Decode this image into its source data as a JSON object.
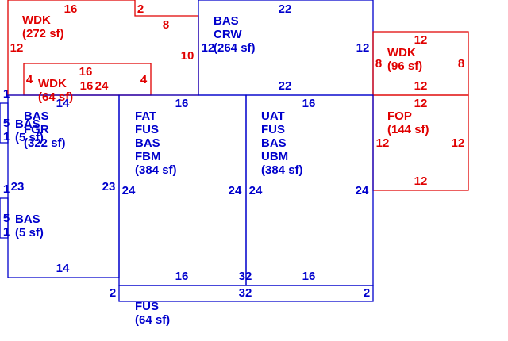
{
  "colors": {
    "red": "#e00000",
    "blue": "#0000cc"
  },
  "areas": [
    {
      "id": "wdk-272",
      "color": "red",
      "lines": [
        "WDK",
        "(272 sf)"
      ]
    },
    {
      "id": "bas-crw",
      "color": "blue",
      "lines": [
        "BAS",
        "CRW",
        "(264 sf)"
      ]
    },
    {
      "id": "wdk-96",
      "color": "red",
      "lines": [
        "WDK",
        "(96 sf)"
      ]
    },
    {
      "id": "wdk-64",
      "color": "red",
      "lines": [
        "WDK",
        "(64 sf)"
      ]
    },
    {
      "id": "bas-fgr",
      "color": "blue",
      "lines": [
        "BAS",
        "FGR",
        "(322 sf)"
      ]
    },
    {
      "id": "bas-5-top",
      "color": "blue",
      "lines": [
        "BAS",
        "(5 sf)"
      ]
    },
    {
      "id": "fat-fus",
      "color": "blue",
      "lines": [
        "FAT",
        "FUS",
        "BAS",
        "FBM",
        "(384 sf)"
      ]
    },
    {
      "id": "uat-fus",
      "color": "blue",
      "lines": [
        "UAT",
        "FUS",
        "BAS",
        "UBM",
        "(384 sf)"
      ]
    },
    {
      "id": "fop-144",
      "color": "red",
      "lines": [
        "FOP",
        "(144 sf)"
      ]
    },
    {
      "id": "bas-5-bottom",
      "color": "blue",
      "lines": [
        "BAS",
        "(5 sf)"
      ]
    },
    {
      "id": "fus-64",
      "color": "blue",
      "lines": [
        "FUS",
        "(64 sf)"
      ]
    }
  ],
  "dimensions": [
    {
      "color": "red",
      "value": "16"
    },
    {
      "color": "red",
      "value": "2"
    },
    {
      "color": "red",
      "value": "8"
    },
    {
      "color": "red",
      "value": "12"
    },
    {
      "color": "red",
      "value": "10"
    },
    {
      "color": "red",
      "value": "16"
    },
    {
      "color": "red",
      "value": "4"
    },
    {
      "color": "red",
      "value": "16"
    },
    {
      "color": "red",
      "value": "24"
    },
    {
      "color": "red",
      "value": "4"
    },
    {
      "color": "red",
      "value": "12"
    },
    {
      "color": "red",
      "value": "8"
    },
    {
      "color": "red",
      "value": "8"
    },
    {
      "color": "red",
      "value": "12"
    },
    {
      "color": "red",
      "value": "12"
    },
    {
      "color": "red",
      "value": "12"
    },
    {
      "color": "red",
      "value": "12"
    },
    {
      "color": "red",
      "value": "12"
    },
    {
      "color": "blue",
      "value": "22"
    },
    {
      "color": "blue",
      "value": "12"
    },
    {
      "color": "blue",
      "value": "12"
    },
    {
      "color": "blue",
      "value": "22"
    },
    {
      "color": "blue",
      "value": "1"
    },
    {
      "color": "blue",
      "value": "14"
    },
    {
      "color": "blue",
      "value": "16"
    },
    {
      "color": "blue",
      "value": "16"
    },
    {
      "color": "blue",
      "value": "5"
    },
    {
      "color": "blue",
      "value": "1"
    },
    {
      "color": "blue",
      "value": "1"
    },
    {
      "color": "blue",
      "value": "23"
    },
    {
      "color": "blue",
      "value": "23"
    },
    {
      "color": "blue",
      "value": "24"
    },
    {
      "color": "blue",
      "value": "24"
    },
    {
      "color": "blue",
      "value": "24"
    },
    {
      "color": "blue",
      "value": "24"
    },
    {
      "color": "blue",
      "value": "5"
    },
    {
      "color": "blue",
      "value": "1"
    },
    {
      "color": "blue",
      "value": "14"
    },
    {
      "color": "blue",
      "value": "16"
    },
    {
      "color": "blue",
      "value": "32"
    },
    {
      "color": "blue",
      "value": "16"
    },
    {
      "color": "blue",
      "value": "2"
    },
    {
      "color": "blue",
      "value": "32"
    },
    {
      "color": "blue",
      "value": "2"
    }
  ]
}
